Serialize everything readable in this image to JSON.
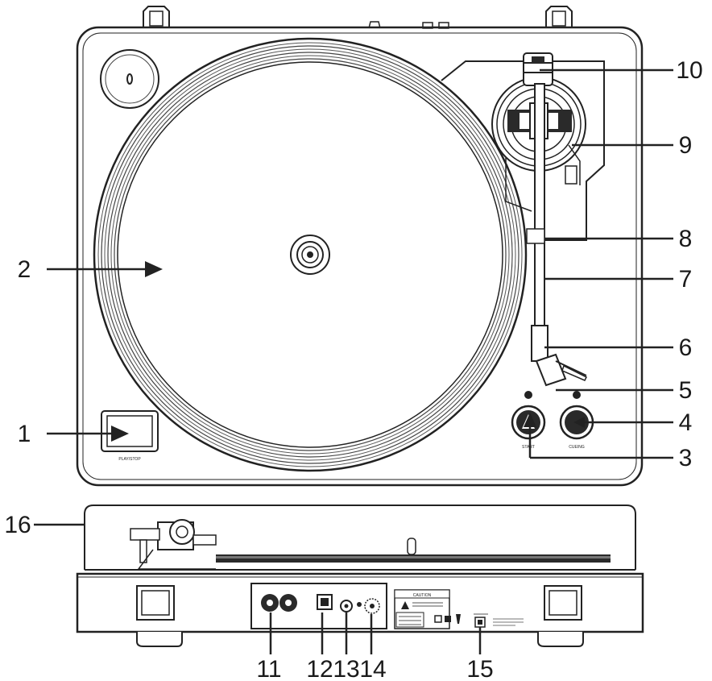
{
  "callouts": {
    "c1": "1",
    "c2": "2",
    "c3": "3",
    "c4": "4",
    "c5": "5",
    "c6": "6",
    "c7": "7",
    "c8": "8",
    "c9": "9",
    "c10": "10",
    "c11": "11",
    "c12": "12",
    "c13": "13",
    "c14": "14",
    "c15": "15",
    "c16": "16"
  },
  "panel_labels": {
    "play_stop": "PLAY/STOP",
    "start": "START",
    "cueing": "CUEING",
    "caution": "CAUTION"
  },
  "colors": {
    "line": "#222222",
    "fill_dark": "#2a2a2a",
    "fill_light": "#ffffff"
  }
}
